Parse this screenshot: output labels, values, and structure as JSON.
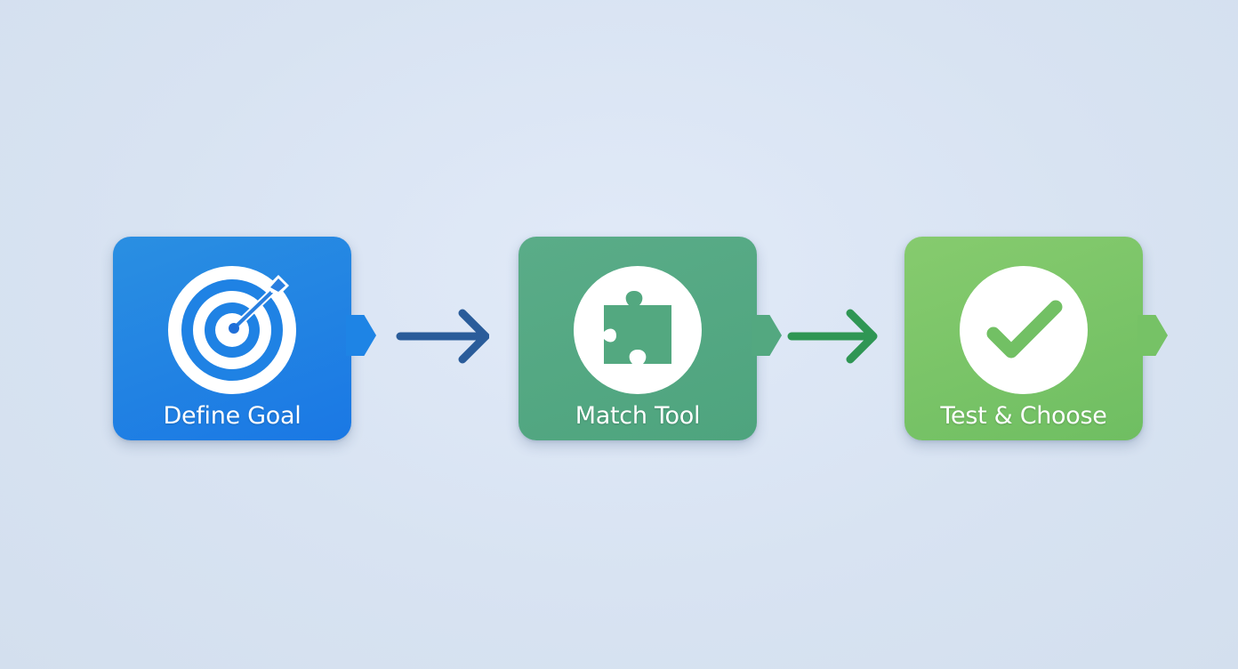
{
  "steps": [
    {
      "label": "Define Goal",
      "icon": "target-icon",
      "color": "#1e84e5"
    },
    {
      "label": "Match Tool",
      "icon": "puzzle-piece-icon",
      "color": "#53a880"
    },
    {
      "label": "Test & Choose",
      "icon": "checkmark-icon",
      "color": "#76c266"
    }
  ],
  "connectors": [
    {
      "icon": "arrow-right-icon",
      "color": "#2a5c9a"
    },
    {
      "icon": "arrow-right-icon",
      "color": "#2f9654"
    }
  ],
  "background_color": "#dbe5f3"
}
